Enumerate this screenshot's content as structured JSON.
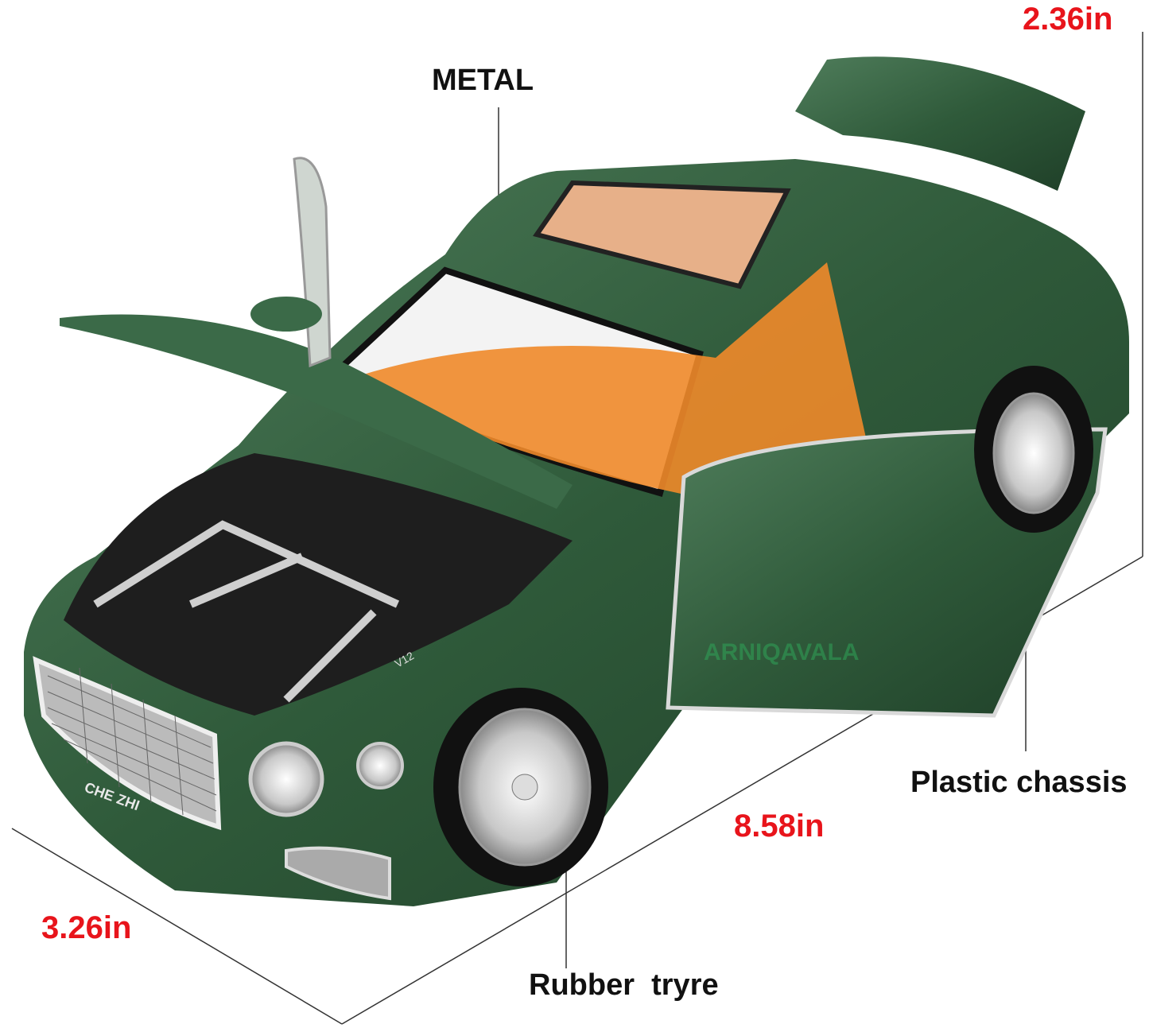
{
  "labels": {
    "material_body": "METAL",
    "height": "2.36in",
    "length": "8.58in",
    "width": "3.26in",
    "chassis": "Plastic chassis",
    "tyre": "Rubber  tryre"
  },
  "car": {
    "badge_text": "CHE ZHI",
    "engine_text": "V12"
  },
  "watermark": "ARNIQAVALA",
  "colors": {
    "body_green": "#2f5a3a",
    "interior_orange": "#f08a2a",
    "dimension_red": "#e8141b"
  }
}
